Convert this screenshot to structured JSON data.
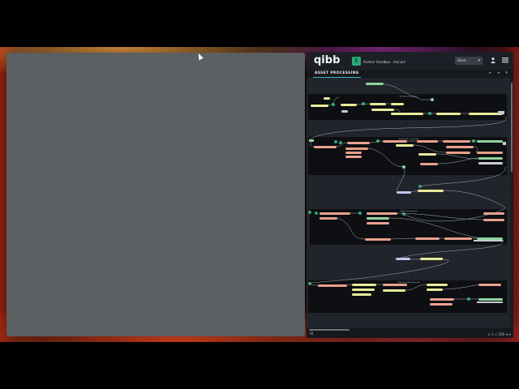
{
  "app": {
    "logo": "qibb",
    "project_icon": "E",
    "project_name": "Partner Sandbox - Axinom",
    "store_select": "Store",
    "tab_active": "ASSET PROCESSING",
    "tab_controls": "▸ ◂ ▾",
    "status_right": "⊖ 1  ⚠ 100  ⊕  ▾",
    "status_left": "⊞"
  },
  "icons": {
    "user": "user-icon",
    "menu": "hamburger-menu-icon",
    "cursor": "mouse-pointer-icon"
  },
  "flow_groups": [
    {
      "label": "Get Input From Axinom"
    },
    {
      "label": "Request File / Create Job"
    },
    {
      "label": "Watch Transcode Job"
    },
    {
      "label": "Notify Encoding Status Job"
    }
  ],
  "colors": {
    "accent": "#3fb2c7",
    "node_yellow": "#e9ea9a",
    "node_salmon": "#e9a08c",
    "node_green": "#8fd3a0",
    "node_lavender": "#c5c3ef",
    "node_gray": "#c9ccd0",
    "group_bg": "#0d0f12"
  }
}
